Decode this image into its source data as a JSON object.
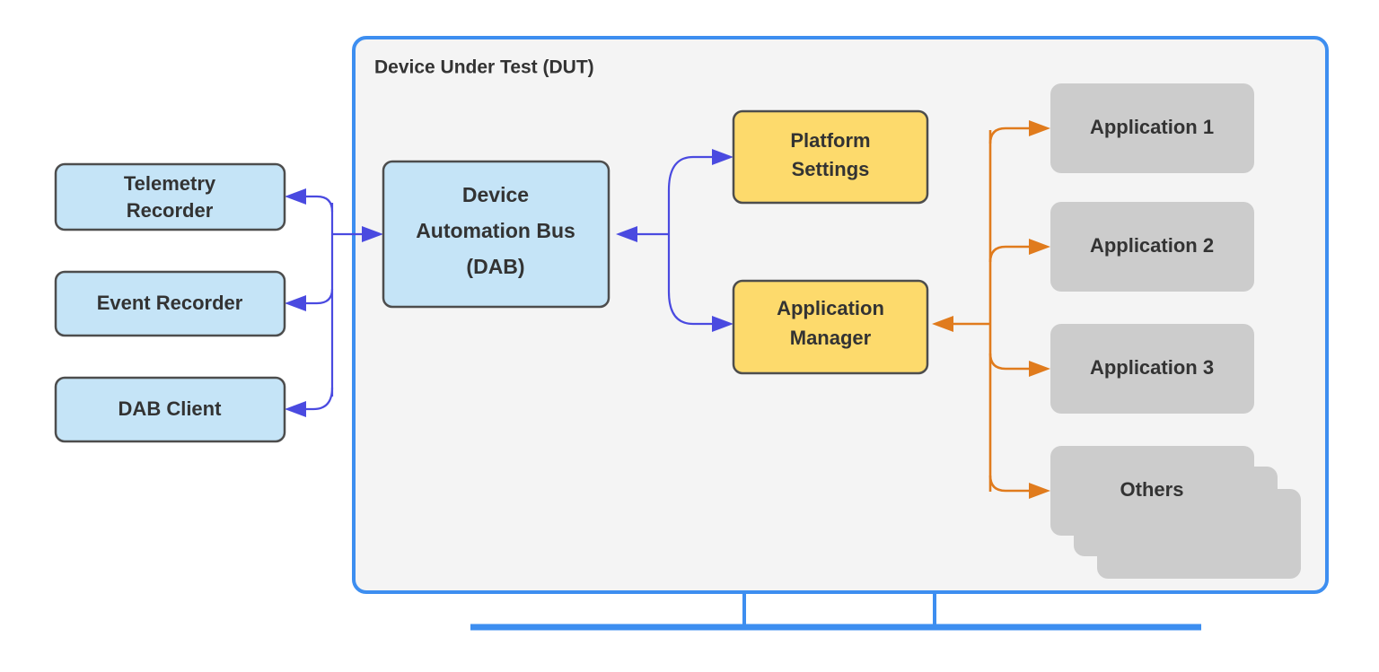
{
  "diagram": {
    "title": "Device Under Test (DUT)",
    "type": "architecture-block-diagram",
    "colors": {
      "container_border": "#3d8ef0",
      "container_fill": "#f4f4f4",
      "blue_box_fill": "#c5e4f7",
      "yellow_box_fill": "#fdda6c",
      "gray_box_fill": "#cccccc",
      "box_border": "#4d4d4d",
      "blue_edge": "#4a4ae0",
      "orange_edge": "#e07b1d",
      "text": "#333333",
      "background": "#ffffff"
    },
    "external_nodes": [
      {
        "id": "telemetry-recorder",
        "label": "Telemetry\nRecorder",
        "lines": [
          "Telemetry",
          "Recorder"
        ],
        "style": "blue"
      },
      {
        "id": "event-recorder",
        "label": "Event Recorder",
        "lines": [
          "Event Recorder"
        ],
        "style": "blue"
      },
      {
        "id": "dab-client",
        "label": "DAB Client",
        "lines": [
          "DAB Client"
        ],
        "style": "blue"
      }
    ],
    "dut_nodes": [
      {
        "id": "dab",
        "label": "Device Automation Bus (DAB)",
        "lines": [
          "Device",
          "Automation Bus",
          "(DAB)"
        ],
        "style": "blue"
      },
      {
        "id": "platform-settings",
        "label": "Platform Settings",
        "lines": [
          "Platform",
          "Settings"
        ],
        "style": "yellow"
      },
      {
        "id": "application-manager",
        "label": "Application Manager",
        "lines": [
          "Application",
          "Manager"
        ],
        "style": "yellow"
      }
    ],
    "application_nodes": [
      {
        "id": "application-1",
        "label": "Application 1",
        "lines": [
          "Application 1"
        ],
        "style": "gray",
        "stacked": false
      },
      {
        "id": "application-2",
        "label": "Application 2",
        "lines": [
          "Application 2"
        ],
        "style": "gray",
        "stacked": false
      },
      {
        "id": "application-3",
        "label": "Application 3",
        "lines": [
          "Application 3"
        ],
        "style": "gray",
        "stacked": false
      },
      {
        "id": "others",
        "label": "Others",
        "lines": [
          "Others"
        ],
        "style": "gray",
        "stacked": true
      }
    ],
    "edges": [
      {
        "from": "dab",
        "to": "telemetry-recorder",
        "color": "blue",
        "direction": "bidirectional-bus"
      },
      {
        "from": "dab",
        "to": "event-recorder",
        "color": "blue",
        "direction": "bidirectional-bus"
      },
      {
        "from": "dab",
        "to": "dab-client",
        "color": "blue",
        "direction": "bidirectional-bus"
      },
      {
        "from": "dab",
        "to": "platform-settings",
        "color": "blue",
        "direction": "to"
      },
      {
        "from": "dab",
        "to": "application-manager",
        "color": "blue",
        "direction": "to"
      },
      {
        "from": "application-manager",
        "to": "application-1",
        "color": "orange",
        "direction": "to"
      },
      {
        "from": "application-manager",
        "to": "application-2",
        "color": "orange",
        "direction": "to"
      },
      {
        "from": "application-manager",
        "to": "application-3",
        "color": "orange",
        "direction": "to"
      },
      {
        "from": "application-manager",
        "to": "others",
        "color": "orange",
        "direction": "to"
      }
    ]
  }
}
